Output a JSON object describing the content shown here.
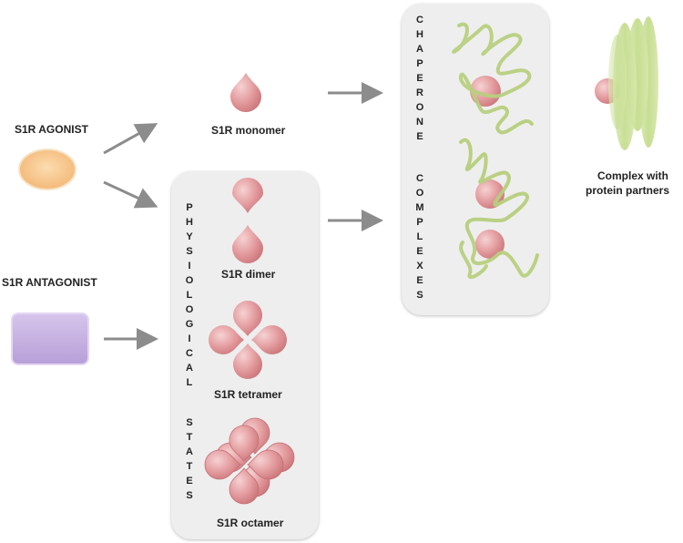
{
  "labels": {
    "agonist": "S1R AGONIST",
    "antagonist": "S1R ANTAGONIST",
    "monomer": "S1R monomer",
    "dimer": "S1R dimer",
    "tetramer": "S1R tetramer",
    "octamer": "S1R octamer",
    "complex_line1": "Complex with",
    "complex_line2": "protein partners"
  },
  "vertical_text": {
    "physiological": "PHYSIOLOGICAL",
    "states": "STATES",
    "chaperone": "CHAPERONE",
    "complexes": "COMPLEXES"
  },
  "colors": {
    "protomer": "#e8a3a6",
    "agonist": "#f6c48a",
    "antagonist": "#c6b0e0",
    "partner": "#c8df96",
    "arrow": "#8c8c8c",
    "panel": "#eeeeee"
  }
}
